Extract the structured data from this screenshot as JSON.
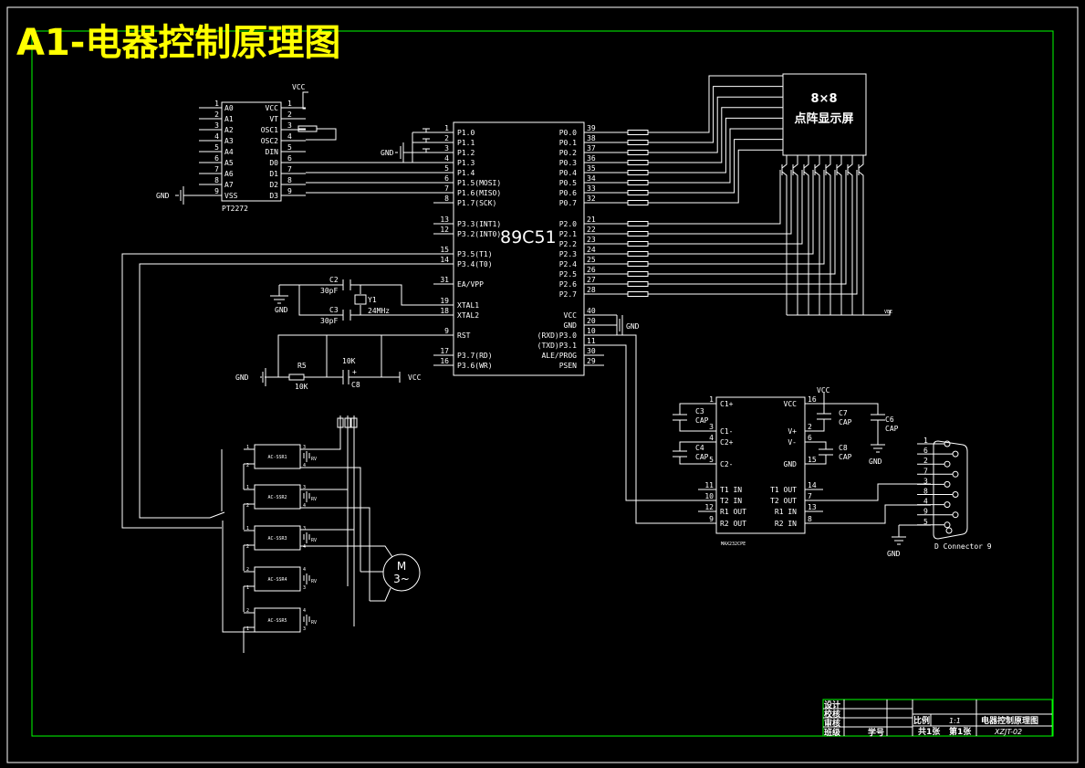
{
  "title": "A1-电器控制原理图",
  "colors": {
    "background": "#000000",
    "frame": "#00ff00",
    "title": "#ffff00",
    "lines": "#ffffff"
  },
  "power": {
    "vcc": "VCC",
    "gnd": "GND",
    "vee": "VEE"
  },
  "pt2272": {
    "name": "PT2272",
    "left_pins": [
      {
        "num": "1",
        "label": "A0"
      },
      {
        "num": "2",
        "label": "A1"
      },
      {
        "num": "3",
        "label": "A2"
      },
      {
        "num": "4",
        "label": "A3"
      },
      {
        "num": "5",
        "label": "A4"
      },
      {
        "num": "6",
        "label": "A5"
      },
      {
        "num": "7",
        "label": "A6"
      },
      {
        "num": "8",
        "label": "A7"
      },
      {
        "num": "9",
        "label": "VSS"
      }
    ],
    "right_pins": [
      {
        "num": "1",
        "label": "VCC"
      },
      {
        "num": "2",
        "label": "VT"
      },
      {
        "num": "3",
        "label": "OSC1"
      },
      {
        "num": "4",
        "label": "OSC2"
      },
      {
        "num": "5",
        "label": "DIN"
      },
      {
        "num": "6",
        "label": "D0"
      },
      {
        "num": "7",
        "label": "D1"
      },
      {
        "num": "8",
        "label": "D2"
      },
      {
        "num": "9",
        "label": "D3"
      }
    ]
  },
  "mcu": {
    "name": "89C51",
    "left_pins": [
      {
        "num": "1",
        "label": "P1.0"
      },
      {
        "num": "2",
        "label": "P1.1"
      },
      {
        "num": "3",
        "label": "P1.2"
      },
      {
        "num": "4",
        "label": "P1.3"
      },
      {
        "num": "5",
        "label": "P1.4"
      },
      {
        "num": "6",
        "label": "P1.5(MOSI)"
      },
      {
        "num": "7",
        "label": "P1.6(MISO)"
      },
      {
        "num": "8",
        "label": "P1.7(SCK)"
      },
      {
        "num": "13",
        "label": "P3.3(INT1)"
      },
      {
        "num": "12",
        "label": "P3.2(INT0)"
      },
      {
        "num": "15",
        "label": "P3.5(T1)"
      },
      {
        "num": "14",
        "label": "P3.4(T0)"
      },
      {
        "num": "31",
        "label": "EA/VPP"
      },
      {
        "num": "19",
        "label": "XTAL1"
      },
      {
        "num": "18",
        "label": "XTAL2"
      },
      {
        "num": "9",
        "label": "RST"
      },
      {
        "num": "17",
        "label": "P3.7(RD)"
      },
      {
        "num": "16",
        "label": "P3.6(WR)"
      }
    ],
    "right_pins": [
      {
        "num": "39",
        "label": "P0.0"
      },
      {
        "num": "38",
        "label": "P0.1"
      },
      {
        "num": "37",
        "label": "P0.2"
      },
      {
        "num": "36",
        "label": "P0.3"
      },
      {
        "num": "35",
        "label": "P0.4"
      },
      {
        "num": "34",
        "label": "P0.5"
      },
      {
        "num": "33",
        "label": "P0.6"
      },
      {
        "num": "32",
        "label": "P0.7"
      },
      {
        "num": "21",
        "label": "P2.0"
      },
      {
        "num": "22",
        "label": "P2.1"
      },
      {
        "num": "23",
        "label": "P2.2"
      },
      {
        "num": "24",
        "label": "P2.3"
      },
      {
        "num": "25",
        "label": "P2.4"
      },
      {
        "num": "26",
        "label": "P2.5"
      },
      {
        "num": "27",
        "label": "P2.6"
      },
      {
        "num": "28",
        "label": "P2.7"
      },
      {
        "num": "40",
        "label": "VCC"
      },
      {
        "num": "20",
        "label": "GND"
      },
      {
        "num": "10",
        "label": "(RXD)P3.0"
      },
      {
        "num": "11",
        "label": "(TXD)P3.1"
      },
      {
        "num": "30",
        "label": "ALE/PROG"
      },
      {
        "num": "29",
        "label": "PSEN"
      }
    ]
  },
  "crystal": {
    "c2": "C2",
    "c2_value": "30pF",
    "c3": "C3",
    "c3_value": "30pF",
    "y1": "Y1",
    "y1_value": "24MHz"
  },
  "reset": {
    "r5": "R5",
    "r5_value": "10K",
    "c8": "C8",
    "c8_value": "10K",
    "plus": "+"
  },
  "display": {
    "line1": "8×8",
    "line2": "点阵显示屏"
  },
  "max232": {
    "name": "MAX232CPE",
    "left_pins": [
      {
        "num": "1",
        "label": "C1+"
      },
      {
        "num": "3",
        "label": "C1-"
      },
      {
        "num": "4",
        "label": "C2+"
      },
      {
        "num": "5",
        "label": "C2-"
      },
      {
        "num": "11",
        "label": "T1 IN"
      },
      {
        "num": "10",
        "label": "T2 IN"
      },
      {
        "num": "12",
        "label": "R1 OUT"
      },
      {
        "num": "9",
        "label": "R2 OUT"
      }
    ],
    "right_pins": [
      {
        "num": "16",
        "label": "VCC"
      },
      {
        "num": "2",
        "label": "V+"
      },
      {
        "num": "6",
        "label": "V-"
      },
      {
        "num": "15",
        "label": "GND"
      },
      {
        "num": "14",
        "label": "T1 OUT"
      },
      {
        "num": "7",
        "label": "T2 OUT"
      },
      {
        "num": "13",
        "label": "R1 IN"
      },
      {
        "num": "8",
        "label": "R2 IN"
      }
    ],
    "caps": [
      {
        "name": "C3",
        "value": "CAP"
      },
      {
        "name": "C4",
        "value": "CAP"
      },
      {
        "name": "C7",
        "value": "CAP"
      },
      {
        "name": "C8",
        "value": "CAP"
      },
      {
        "name": "C6",
        "value": "CAP"
      }
    ]
  },
  "db9": {
    "label": "D Connector 9",
    "pins": [
      "1",
      "6",
      "2",
      "7",
      "3",
      "8",
      "4",
      "9",
      "5"
    ]
  },
  "ssr": [
    {
      "name": "AC-SSR1",
      "pins": [
        "1",
        "2",
        "3",
        "4"
      ]
    },
    {
      "name": "AC-SSR2",
      "pins": [
        "1",
        "2",
        "3",
        "4"
      ]
    },
    {
      "name": "AC-SSR3",
      "pins": [
        "1",
        "2",
        "3",
        "4"
      ]
    },
    {
      "name": "AC-SSR4",
      "pins": [
        "2",
        "1",
        "4",
        "3"
      ]
    },
    {
      "name": "AC-SSR5",
      "pins": [
        "2",
        "1",
        "4",
        "3"
      ]
    }
  ],
  "varistor_label": "RV",
  "motor": {
    "line1": "M",
    "line2": "3~"
  },
  "title_block": {
    "design": "设计",
    "check": "校核",
    "review": "审核",
    "class": "班级",
    "student_id": "学号",
    "scale_label": "比例",
    "scale": "1:1",
    "drawing_name": "电器控制原理图",
    "sheets": "共1张",
    "sheet_no": "第1张",
    "drawing_no": "XZJT-02"
  }
}
